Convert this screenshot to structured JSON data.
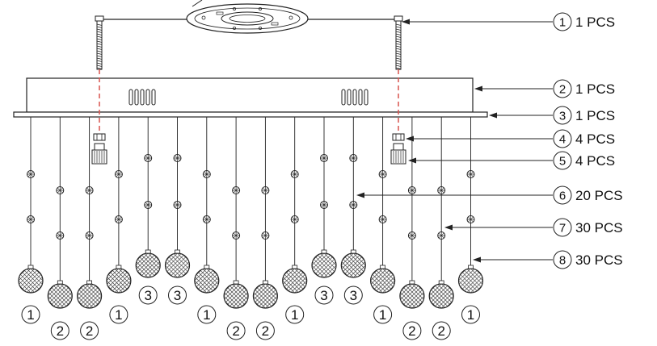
{
  "colors": {
    "stroke": "#222222",
    "dashed_rod": "#d9534f",
    "background": "#ffffff"
  },
  "parts": [
    {
      "number": "1",
      "qty": "1 PCS"
    },
    {
      "number": "2",
      "qty": "1 PCS"
    },
    {
      "number": "3",
      "qty": "1 PCS"
    },
    {
      "number": "4",
      "qty": "4 PCS"
    },
    {
      "number": "5",
      "qty": "4 PCS"
    },
    {
      "number": "6",
      "qty": "20 PCS"
    },
    {
      "number": "7",
      "qty": "30 PCS"
    },
    {
      "number": "8",
      "qty": "30 PCS"
    }
  ],
  "strands": [
    {
      "type": "1",
      "beads": 2
    },
    {
      "type": "2",
      "beads": 2
    },
    {
      "type": "2",
      "beads": 2
    },
    {
      "type": "1",
      "beads": 2
    },
    {
      "type": "3",
      "beads": 2
    },
    {
      "type": "3",
      "beads": 2
    },
    {
      "type": "1",
      "beads": 2
    },
    {
      "type": "2",
      "beads": 2
    },
    {
      "type": "2",
      "beads": 2
    },
    {
      "type": "1",
      "beads": 2
    },
    {
      "type": "3",
      "beads": 2
    },
    {
      "type": "3",
      "beads": 2
    },
    {
      "type": "1",
      "beads": 2
    },
    {
      "type": "2",
      "beads": 2
    },
    {
      "type": "2",
      "beads": 2
    },
    {
      "type": "1",
      "beads": 2
    }
  ],
  "icons": [
    "mounting-plate-icon",
    "screw-rod-icon",
    "canopy-box-icon",
    "crystal-ball-icon",
    "bead-icon",
    "nut-icon",
    "cap-connector-icon"
  ]
}
